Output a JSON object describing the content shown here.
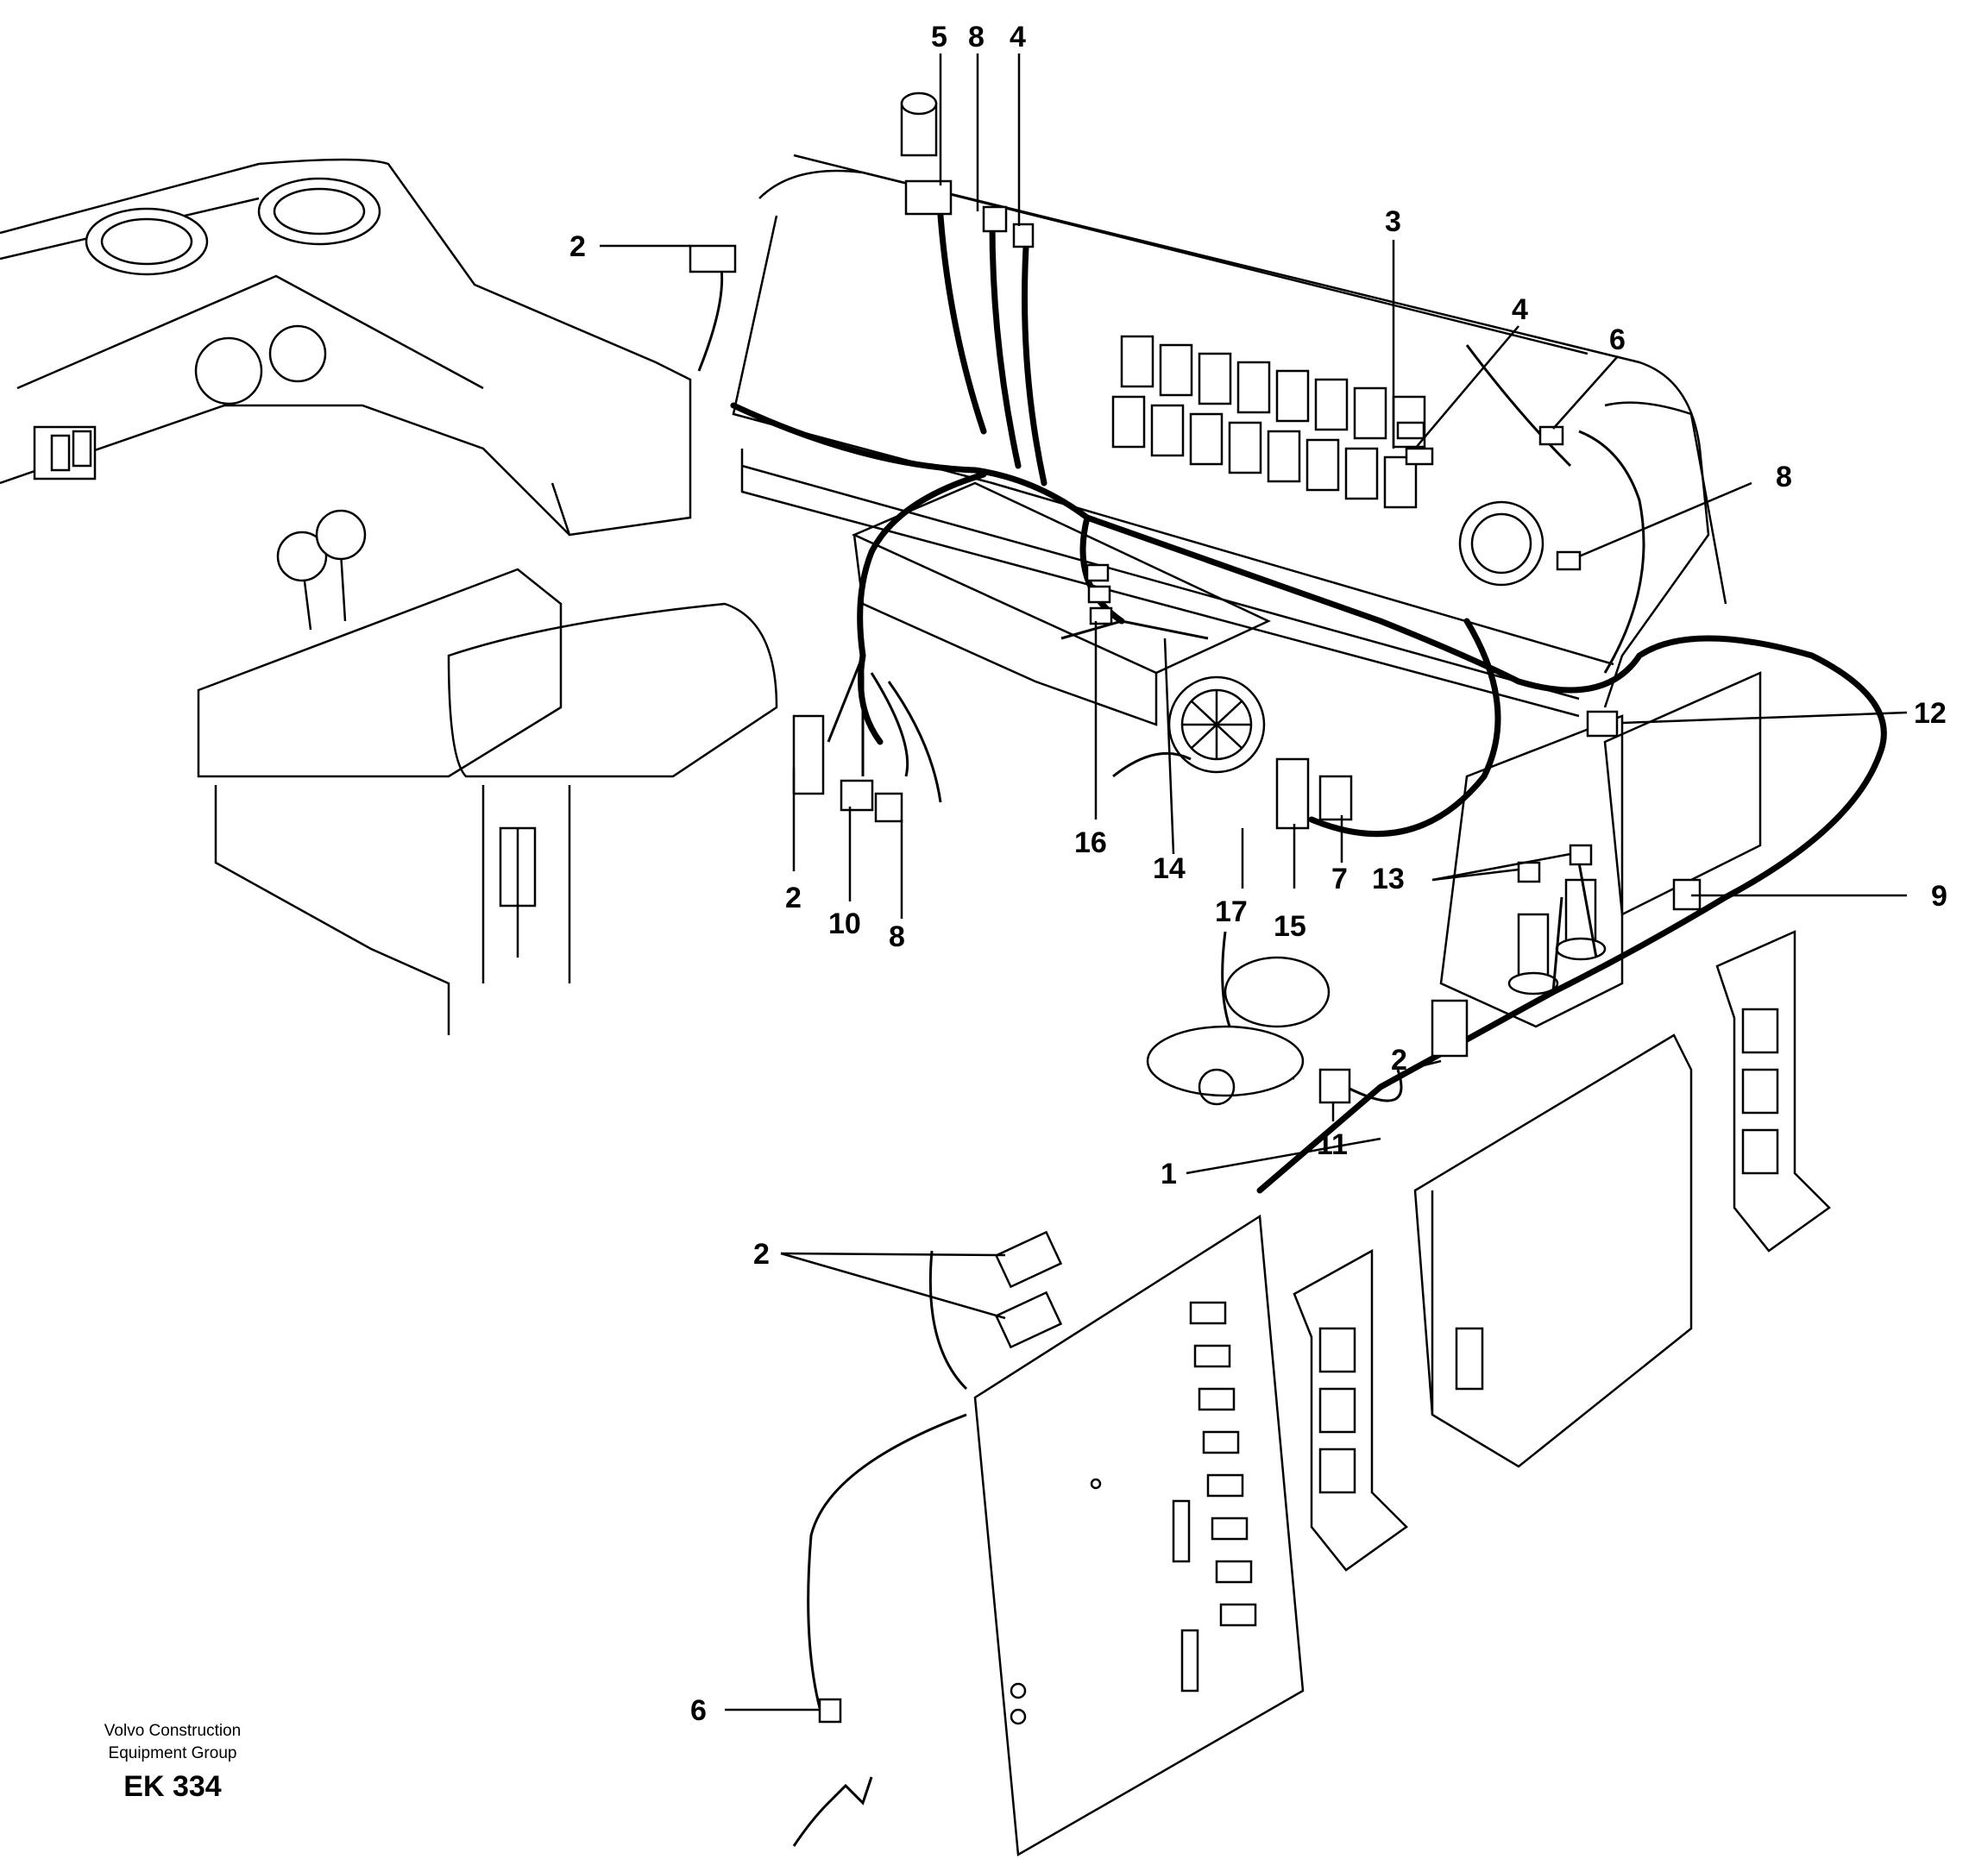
{
  "callouts": {
    "c1": "1",
    "c2a": "2",
    "c2b": "2",
    "c2c": "2",
    "c2d": "2",
    "c3": "3",
    "c4a": "4",
    "c4b": "4",
    "c5": "5",
    "c6a": "6",
    "c6b": "6",
    "c7": "7",
    "c8a": "8",
    "c8b": "8",
    "c8c": "8",
    "c9": "9",
    "c10": "10",
    "c11": "11",
    "c12": "12",
    "c13": "13",
    "c14": "14",
    "c15": "15",
    "c16": "16",
    "c17": "17"
  },
  "credit": {
    "line1": "Volvo Construction",
    "line2": "Equipment Group"
  },
  "document_id": "EK 334"
}
